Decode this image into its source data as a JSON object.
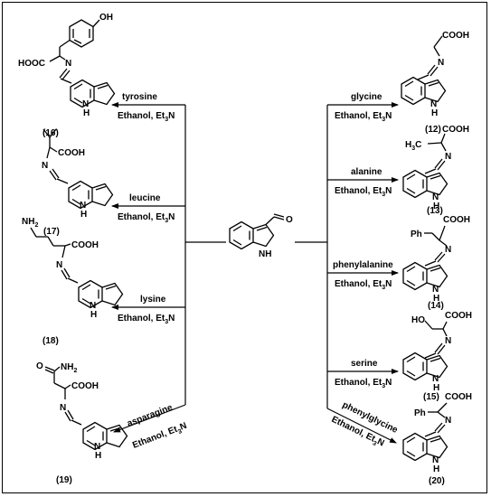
{
  "center": {
    "aldehyde_o": "O",
    "nh": "N",
    "h": "H"
  },
  "conditions": {
    "solvent_prefix": "Ethanol, Et",
    "sub": "3",
    "suffix": "N"
  },
  "reactions_left": [
    {
      "amino_acid": "tyrosine",
      "compound": "(16)"
    },
    {
      "amino_acid": "leucine",
      "compound": "(17)"
    },
    {
      "amino_acid": "lysine",
      "compound": "(18)"
    },
    {
      "amino_acid": "asparagine",
      "compound": "(19)"
    }
  ],
  "reactions_right": [
    {
      "amino_acid": "glycine",
      "compound": "(12)"
    },
    {
      "amino_acid": "alanine",
      "compound": "(13)"
    },
    {
      "amino_acid": "phenylalanine",
      "compound": "(14)"
    },
    {
      "amino_acid": "serine",
      "compound": "(15)"
    },
    {
      "amino_acid": "phenylglycine",
      "compound": "(20)"
    }
  ],
  "atoms": {
    "oh": "OH",
    "hooc": "HOOC",
    "cooh": "COOH",
    "n": "N",
    "nh": "N",
    "h": "H",
    "nh2": "NH",
    "nh2_sub": "2",
    "h3c": "H",
    "h3c_sub": "3",
    "h3c_c": "C",
    "ph": "Ph",
    "ho": "HO",
    "o": "O"
  }
}
